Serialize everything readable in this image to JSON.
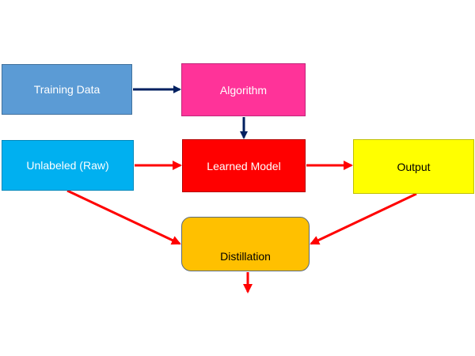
{
  "diagram": {
    "nodes": {
      "training_data": "Training Data",
      "algorithm": "Algorithm",
      "unlabeled_raw": "Unlabeled (Raw)",
      "learned_model": "Learned Model",
      "output": "Output",
      "distillation": "Distillation"
    },
    "colors": {
      "training_data": "#5b9bd5",
      "algorithm": "#ff3399",
      "unlabeled_raw": "#00b0f0",
      "learned_model": "#ff0000",
      "output": "#ffff00",
      "distillation": "#ffc000",
      "arrow_dark": "#002060",
      "arrow_red": "#ff0000"
    },
    "edges": [
      {
        "from": "Training Data",
        "to": "Algorithm",
        "color": "dark"
      },
      {
        "from": "Algorithm",
        "to": "Learned Model",
        "color": "dark"
      },
      {
        "from": "Unlabeled (Raw)",
        "to": "Learned Model",
        "color": "red"
      },
      {
        "from": "Learned Model",
        "to": "Output",
        "color": "red"
      },
      {
        "from": "Unlabeled (Raw)",
        "to": "Distillation",
        "color": "red"
      },
      {
        "from": "Output",
        "to": "Distillation",
        "color": "red"
      },
      {
        "from": "Distillation",
        "to": "",
        "color": "red"
      }
    ]
  }
}
